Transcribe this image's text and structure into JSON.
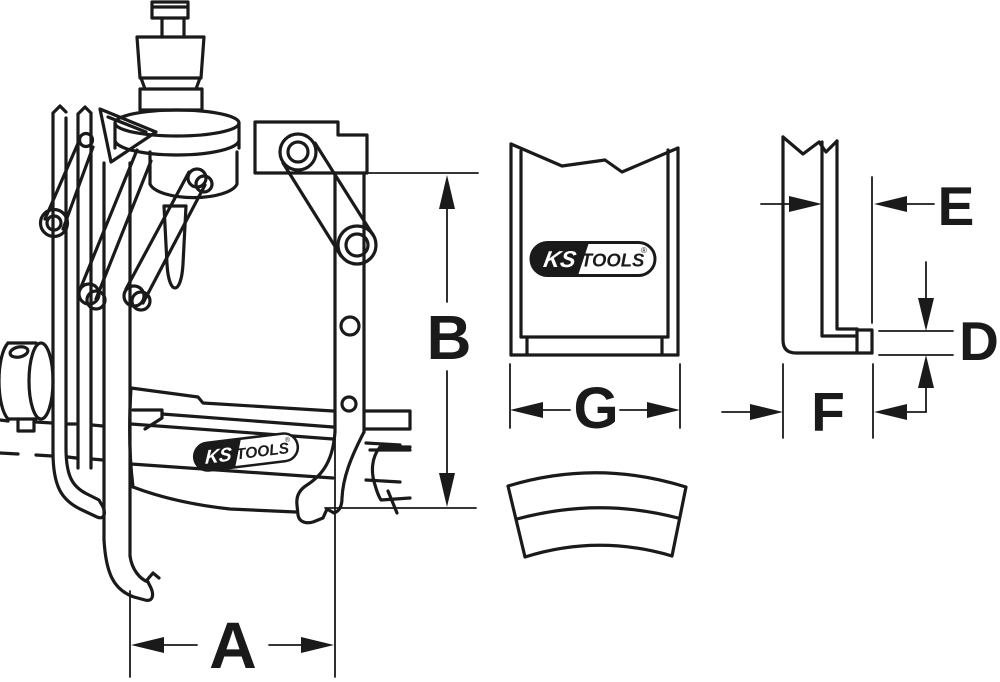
{
  "colors": {
    "background": "#ffffff",
    "line": "#1a1a1a"
  },
  "brand": {
    "ks": "KS",
    "tools": "TOOLS",
    "registered": "®"
  },
  "labels": {
    "A": "A",
    "B": "B",
    "D": "D",
    "E": "E",
    "F": "F",
    "G": "G"
  }
}
